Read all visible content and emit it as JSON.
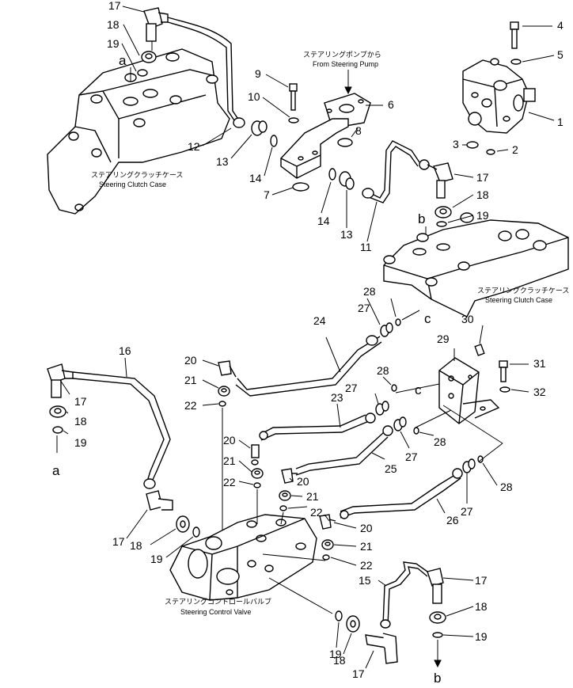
{
  "diagram": {
    "captions": {
      "steering_pump_jp": "ステアリングポンプから",
      "steering_pump_en": "From Steering Pump",
      "clutch_case_left_jp": "ステアリングクラッチケース",
      "clutch_case_left_en": "Steering Clutch Case",
      "clutch_case_right_jp": "ステアリングクラッチケース",
      "clutch_case_right_en": "Steering Clutch Case",
      "control_valve_jp": "ステアリングコントロールバルブ",
      "control_valve_en": "Steering Control Valve"
    },
    "connection_letters": {
      "a_top": "a",
      "a_bottom": "a",
      "b_top": "b",
      "b_bottom": "b",
      "c_upper": "c",
      "c_lower": "c"
    },
    "callouts": {
      "n1": "1",
      "n2": "2",
      "n3": "3",
      "n4": "4",
      "n5": "5",
      "n6": "6",
      "n7": "7",
      "n8": "8",
      "n9": "9",
      "n10": "10",
      "n11": "11",
      "n12": "12",
      "n13a": "13",
      "n13b": "13",
      "n14a": "14",
      "n14b": "14",
      "n15": "15",
      "n16": "16",
      "n17a": "17",
      "n17b": "17",
      "n17c": "17",
      "n17d": "17",
      "n17e": "17",
      "n17f": "17",
      "n18a": "18",
      "n18b": "18",
      "n18c": "18",
      "n18d": "18",
      "n18e": "18",
      "n18f": "18",
      "n19a": "19",
      "n19b": "19",
      "n19c": "19",
      "n19d": "19",
      "n19e": "19",
      "n19f": "19",
      "n20a": "20",
      "n20b": "20",
      "n20c": "20",
      "n20d": "20",
      "n21a": "21",
      "n21b": "21",
      "n21c": "21",
      "n21d": "21",
      "n22a": "22",
      "n22b": "22",
      "n22c": "22",
      "n22d": "22",
      "n23": "23",
      "n24": "24",
      "n25": "25",
      "n26": "26",
      "n27a": "27",
      "n27b": "27",
      "n27c": "27",
      "n27d": "27",
      "n28a": "28",
      "n28b": "28",
      "n28c": "28",
      "n28d": "28",
      "n29": "29",
      "n30": "30",
      "n31": "31",
      "n32": "32"
    }
  }
}
